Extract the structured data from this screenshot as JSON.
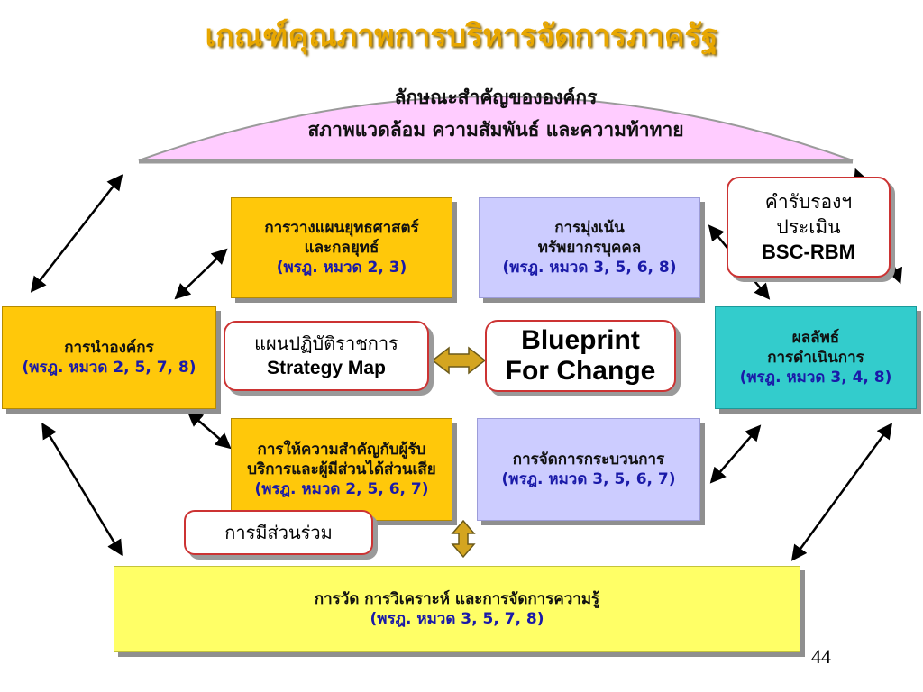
{
  "title": "เกณฑ์คุณภาพการบริหารจัดการภาครัฐ",
  "profile": {
    "line1": "ลักษณะสำคัญขององค์กร",
    "line2": "สภาพแวดล้อม ความสัมพันธ์ และความท้าทาย"
  },
  "boxes": {
    "strategy": {
      "line1": "การวางแผนยุทธศาสตร์",
      "line2": "และกลยุทธ์",
      "ref": "(พรฎ. หมวด 2, 3)"
    },
    "hr": {
      "line1": "การมุ่งเน้น",
      "line2": "ทรัพยากรบุคคล",
      "ref": "(พรฎ. หมวด 3, 5, 6, 8)"
    },
    "leadership": {
      "line1": "การนำองค์กร",
      "ref": "(พรฎ. หมวด 2, 5, 7, 8)"
    },
    "results": {
      "line1": "ผลลัพธ์",
      "line2": "การดำเนินการ",
      "ref": "(พรฎ. หมวด 3, 4, 8)"
    },
    "customer": {
      "line1": "การให้ความสำคัญกับผู้รับ",
      "line2": "บริการและผู้มีส่วนได้ส่วนเสีย",
      "ref": "(พรฎ. หมวด 2, 5, 6, 7)"
    },
    "process": {
      "line1": "การจัดการกระบวนการ",
      "ref": "(พรฎ. หมวด 3, 5, 6, 7)"
    },
    "measurement": {
      "line1": "การวัด การวิเคราะห์ และการจัดการความรู้",
      "ref": "(พรฎ. หมวด 3, 5, 7, 8)"
    }
  },
  "callouts": {
    "certify": {
      "line1": "คำรับรองฯ",
      "line2": "ประเมิน",
      "line3": "BSC-RBM"
    },
    "plan": {
      "line1": "แผนปฏิบัติราชการ",
      "line2": "Strategy Map"
    },
    "blueprint": {
      "line1": "Blueprint",
      "line2": "For Change"
    },
    "participation": {
      "line1": "การมีส่วนร่วม"
    }
  },
  "page_number": "44"
}
